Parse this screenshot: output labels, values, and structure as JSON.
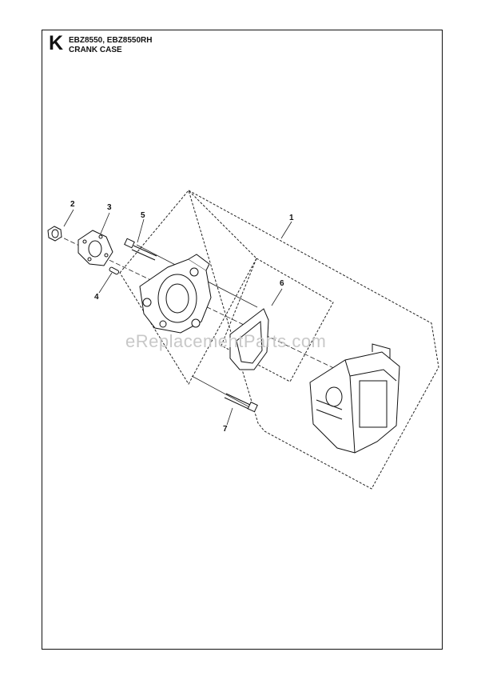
{
  "header": {
    "section_letter": "K",
    "models": "EBZ8550, EBZ8550RH",
    "title": "CRANK CASE"
  },
  "watermark": "eReplacementParts.com",
  "callouts": {
    "part_1": "1",
    "part_2": "2",
    "part_3": "3",
    "part_4": "4",
    "part_5": "5",
    "part_6": "6",
    "part_7": "7"
  }
}
